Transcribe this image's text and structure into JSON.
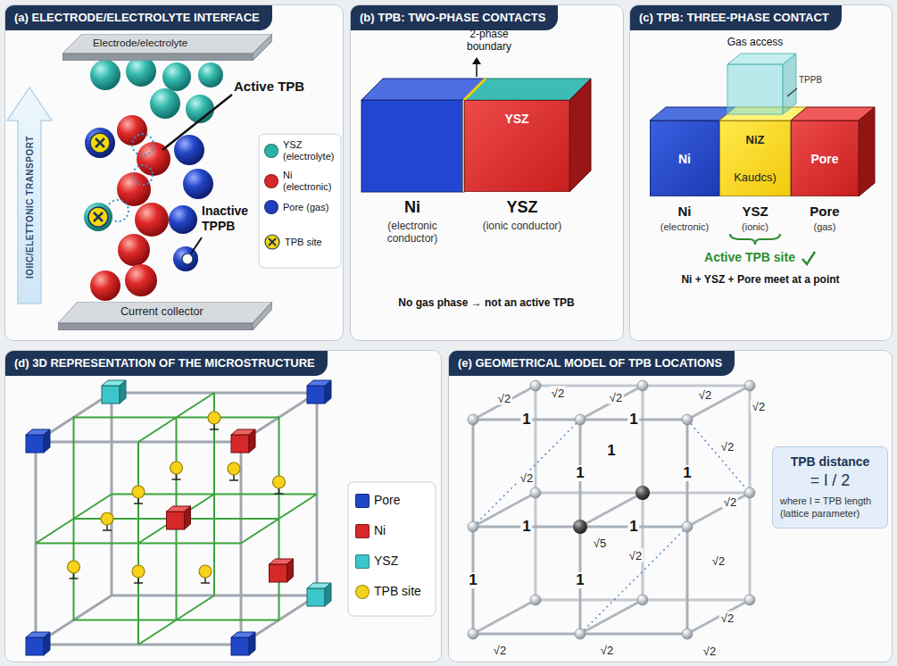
{
  "diagram": {
    "nodes": [
      {
        "text": [
          "(a) ELECTRODE/ELECTROLYTE INTERFACE"
        ]
      },
      {
        "text": [
          "Electrode/electrolyte"
        ],
        "in": 0
      },
      {
        "text": [
          "Current collector"
        ],
        "in": 0
      },
      {
        "text": [
          "(b) TPB: TWO-PHASE CONTACTS"
        ]
      },
      {
        "text": [
          "YSZ"
        ],
        "in": 3
      },
      {
        "text": [
          "(c) TPB: THREE-PHASE CONTACT"
        ]
      },
      {
        "text": [
          "Ni"
        ],
        "in": 5
      },
      {
        "text": [
          "NiZ",
          "Kaudcs)"
        ],
        "in": 5
      },
      {
        "text": [
          "Pore"
        ],
        "in": 5
      },
      {
        "text": [
          "(d) 3D REPRESENTATION OF THE MICROSTRUCTURE"
        ]
      },
      {
        "text": [
          "(e) GEOMETRICAL MODEL OF TPB LOCATIONS"
        ]
      },
      {
        "text": [
          "TPB distance",
          "= l / 2",
          "where l = TPB length (lattice parameter)"
        ],
        "in": 10
      }
    ],
    "labels": [
      "Active TPB",
      "IOIIC/ELETTONIC TRANSPORT",
      "Inactive TPPB",
      "2-phase boundary",
      "Ni",
      "(electronic conductor)",
      "YSZ",
      "(ionic conductor)",
      "No gas phase → not an active TPB",
      "Gas access",
      "TPPB",
      "Ni",
      "(electronic)",
      "YSZ",
      "(ionic)",
      "Pore",
      "(gas)",
      "Active TPB site",
      "Ni + YSZ + Pore meet at a point",
      "√2",
      "√2",
      "√2",
      "√2",
      "√2",
      "√2",
      "√2",
      "√2",
      "√2",
      "√2",
      "√2",
      "√2",
      "√2",
      "√2",
      "1",
      "1",
      "1",
      "1",
      "1",
      "1",
      "1",
      "1",
      "1",
      "√5"
    ],
    "legend": [
      {
        "text": "YSZ (electrolyte)",
        "color": "#2bb3a8"
      },
      {
        "text": "Ni (electronic)",
        "color": "#d62828"
      },
      {
        "text": "Pore (gas)",
        "color": "#1f3fbf"
      },
      {
        "text": "TPB site"
      },
      {
        "text": "Pore",
        "color": "#1f47c8"
      },
      {
        "text": "Ni",
        "color": "#d62828"
      },
      {
        "text": "YSZ",
        "color": "#3cc6c9"
      },
      {
        "text": "TPB site",
        "color": "#f2d21b"
      }
    ]
  }
}
